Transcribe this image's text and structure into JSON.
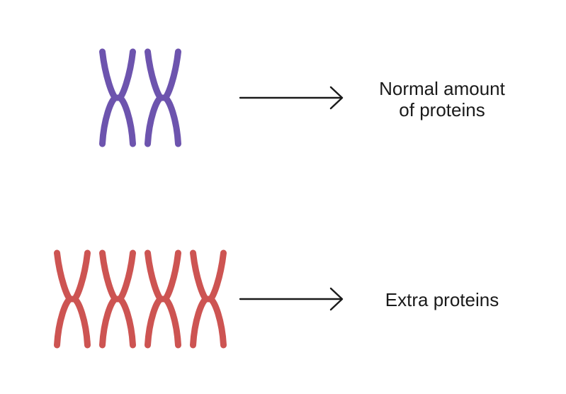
{
  "rows": [
    {
      "id": "normal",
      "chromosome_count": 2,
      "chromosome_color": "#6d54ae",
      "label_lines": [
        "Normal amount",
        "of proteins"
      ]
    },
    {
      "id": "extra",
      "chromosome_count": 4,
      "chromosome_color": "#cd5452",
      "label_lines": [
        "Extra proteins"
      ]
    }
  ],
  "arrow_color": "#1a1a1a",
  "icons": {
    "chromosome": "chromosome-icon",
    "arrow": "arrow-right-icon"
  }
}
